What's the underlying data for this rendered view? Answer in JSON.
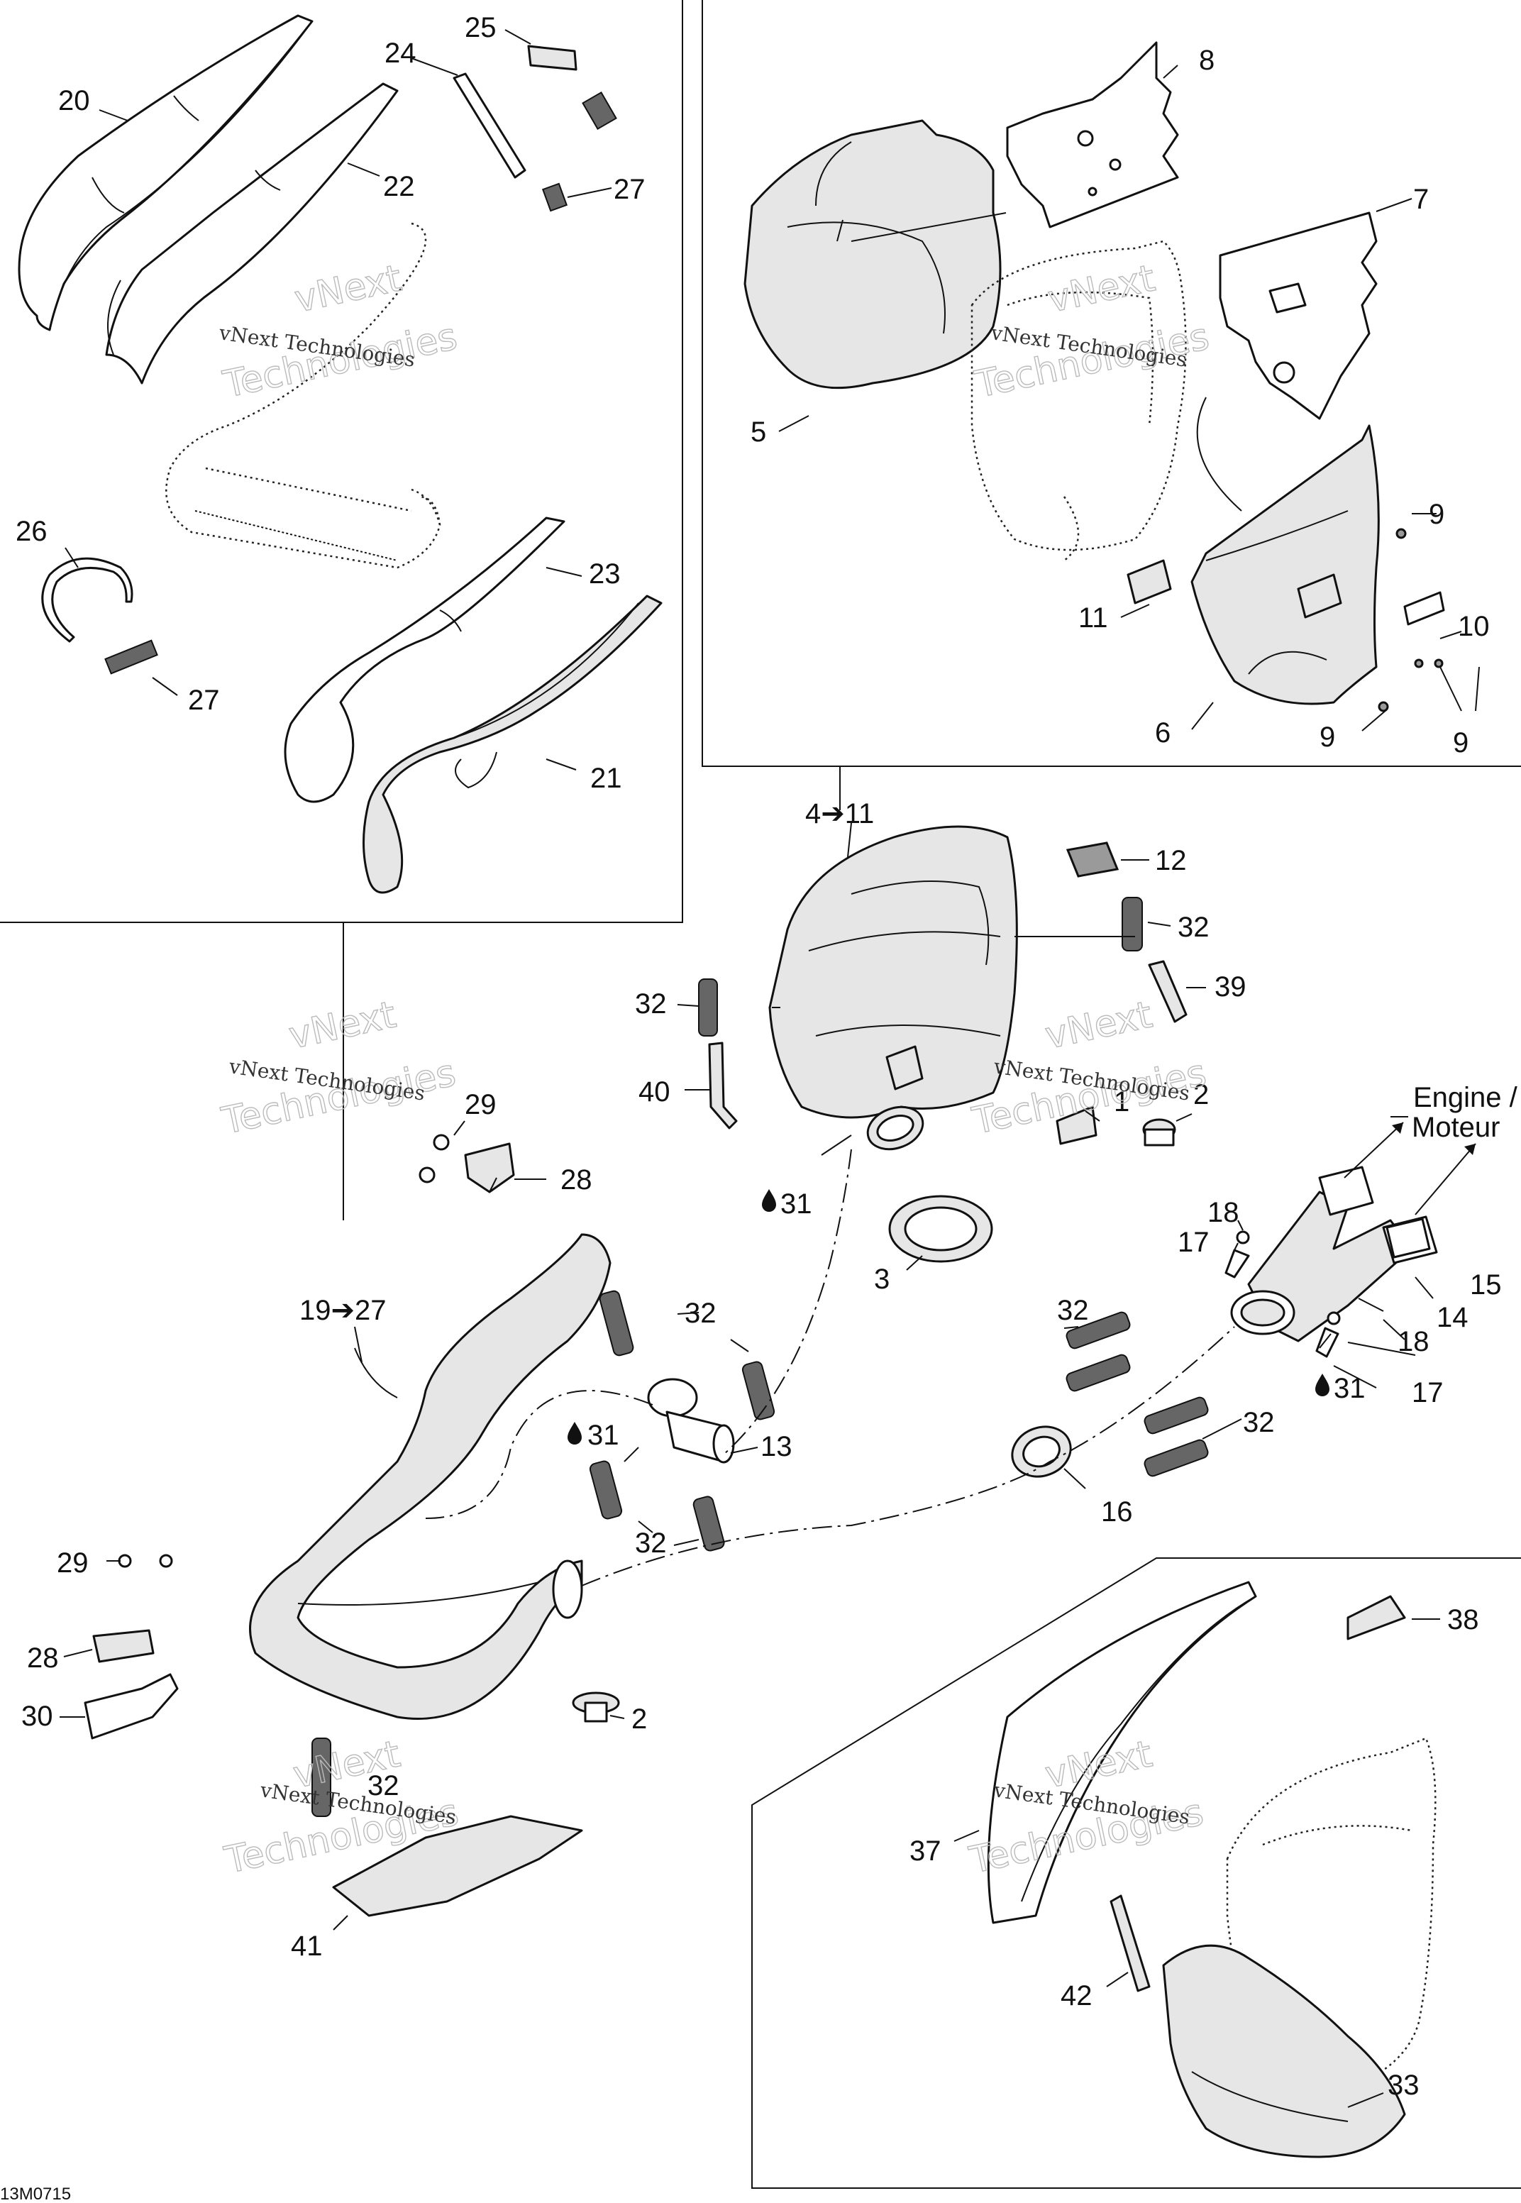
{
  "doc_code": "13M0715",
  "watermark": {
    "line1": "vNext Technologies",
    "line2a": "vNext",
    "line2b": "Technologies"
  },
  "destination": {
    "line1": "Engine /",
    "line2": "Moteur"
  },
  "callouts": {
    "c1": "1",
    "c2a": "2",
    "c2b": "2",
    "c3": "3",
    "c4_11": "4➔11",
    "c5": "5",
    "c6": "6",
    "c7": "7",
    "c8": "8",
    "c9a": "9",
    "c9b": "9",
    "c9c": "9",
    "c10": "10",
    "c11": "11",
    "c12": "12",
    "c13": "13",
    "c14": "14",
    "c15": "15",
    "c16": "16",
    "c17a": "17",
    "c17b": "17",
    "c18a": "18",
    "c18b": "18",
    "c19_27": "19➔27",
    "c20": "20",
    "c21": "21",
    "c22": "22",
    "c23": "23",
    "c24": "24",
    "c25": "25",
    "c26": "26",
    "c27a": "27",
    "c27b": "27",
    "c28a": "28",
    "c28b": "28",
    "c29a": "29",
    "c29b": "29",
    "c30": "30",
    "c31a": "31",
    "c31b": "31",
    "c31c": "31",
    "c32a": "32",
    "c32b": "32",
    "c32c": "32",
    "c32d": "32",
    "c32e": "32",
    "c32f": "32",
    "c32g": "32",
    "c33": "33",
    "c37": "37",
    "c38": "38",
    "c39": "39",
    "c40": "40",
    "c41": "41",
    "c42": "42"
  }
}
